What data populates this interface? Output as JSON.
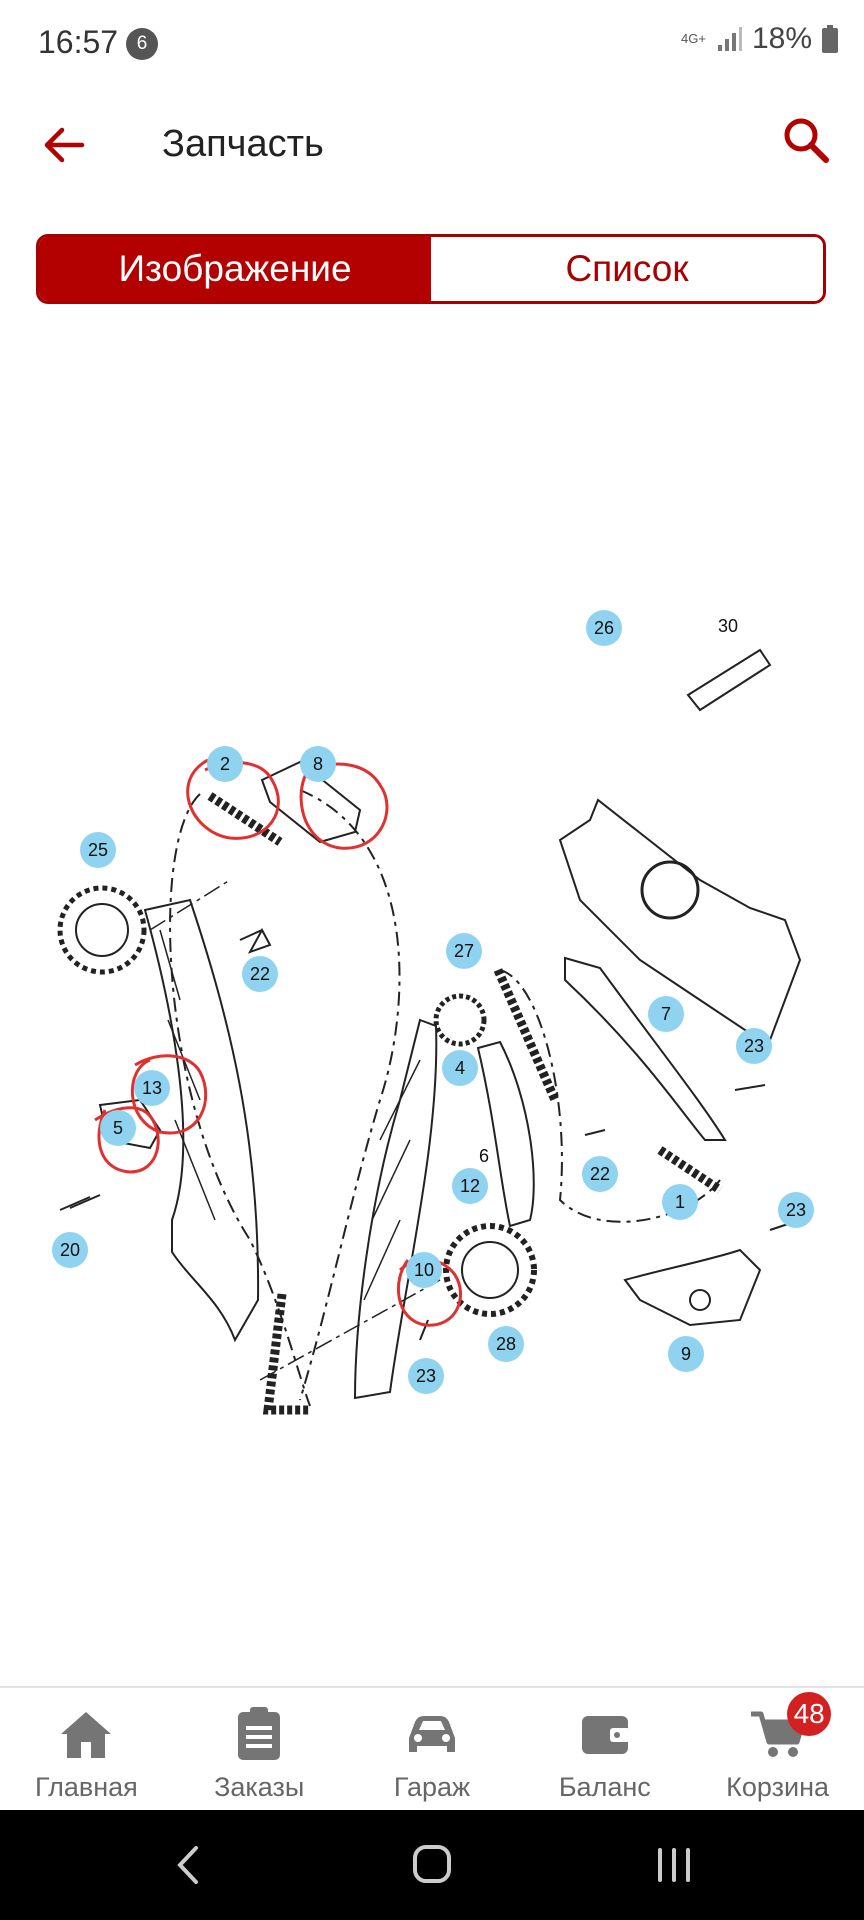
{
  "status": {
    "time": "16:57",
    "notifications": "6",
    "network_type": "4G+",
    "battery": "18%"
  },
  "header": {
    "title": "Запчасть"
  },
  "tabs": [
    {
      "label": "Изображение"
    },
    {
      "label": "Список"
    }
  ],
  "diagram": {
    "callouts": [
      "2",
      "8",
      "25",
      "22",
      "13",
      "5",
      "20",
      "27",
      "4",
      "6",
      "12",
      "10",
      "23",
      "28",
      "26",
      "30",
      "7",
      "23",
      "22",
      "1",
      "23",
      "9"
    ]
  },
  "bottom_nav": {
    "items": [
      {
        "label": "Главная",
        "icon": "home-icon"
      },
      {
        "label": "Заказы",
        "icon": "clipboard-icon"
      },
      {
        "label": "Гараж",
        "icon": "car-icon"
      },
      {
        "label": "Баланс",
        "icon": "wallet-icon"
      },
      {
        "label": "Корзина",
        "icon": "cart-icon"
      }
    ],
    "cart_count": "48"
  },
  "colors": {
    "accent": "#b30000",
    "callout": "#8fd3f0",
    "annotation": "#e03030"
  }
}
